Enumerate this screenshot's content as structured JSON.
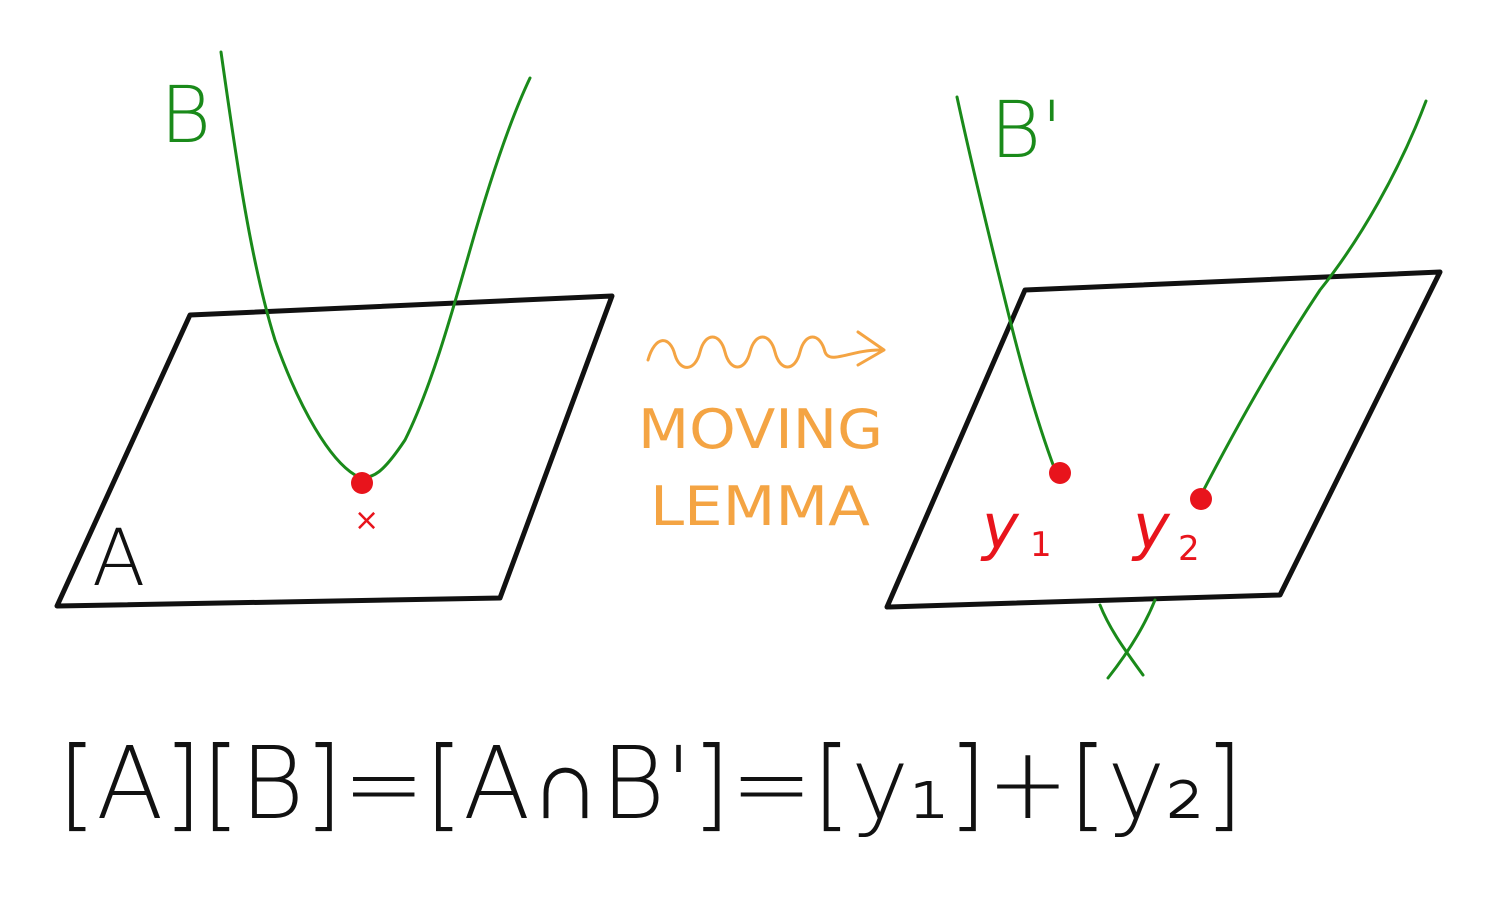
{
  "left_panel": {
    "plane_label": "A",
    "curve_label": "B",
    "point_label": "×"
  },
  "arrow": {
    "caption_line1": "MOVING",
    "caption_line2": "LEMMA"
  },
  "right_panel": {
    "curve_label": "B'",
    "point1_label": "y",
    "point1_subscript": "1",
    "point2_label": "y",
    "point2_subscript": "2"
  },
  "equation": {
    "text": "[A][B]=[A∩B']=[y₁]+[y₂]"
  },
  "colors": {
    "plane": "#111111",
    "curve": "#1a8a1a",
    "point": "#e8141c",
    "arrow": "#f4a443"
  }
}
